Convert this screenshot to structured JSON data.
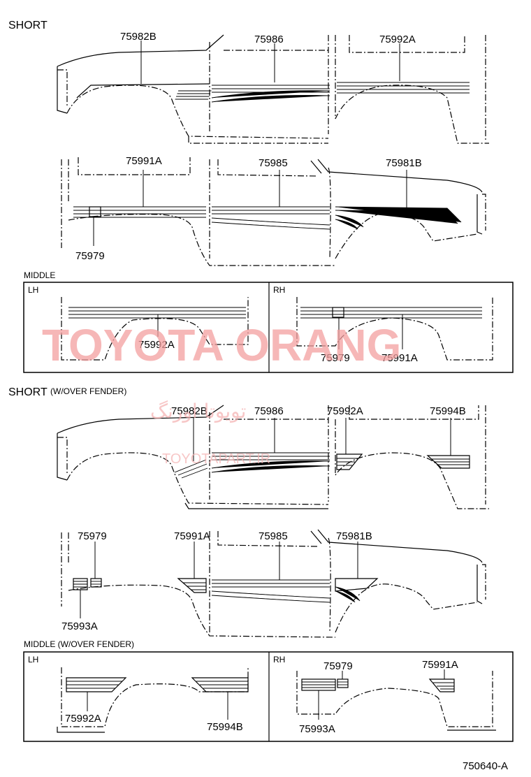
{
  "sections": {
    "short": "SHORT",
    "middle": "MIDDLE",
    "short_over_fender": "SHORT",
    "short_over_fender_note": "(W/OVER FENDER)",
    "middle_over_fender": "MIDDLE (W/OVER FENDER)",
    "lh": "LH",
    "rh": "RH"
  },
  "parts": {
    "s1_top": [
      "75982B",
      "75986",
      "75992A"
    ],
    "s1_bottom": [
      "75991A",
      "75985",
      "75981B",
      "75979"
    ],
    "m1_lh": [
      "75992A"
    ],
    "m1_rh": [
      "75979",
      "75991A"
    ],
    "s2_top": [
      "75982B",
      "75986",
      "75992A",
      "75994B"
    ],
    "s2_bottom": [
      "75979",
      "75991A",
      "75985",
      "75981B",
      "75993A"
    ],
    "m2_lh": [
      "75992A",
      "75994B"
    ],
    "m2_rh": [
      "75979",
      "75991A",
      "75993A"
    ]
  },
  "watermark": {
    "main": "TOYOTA ORANG",
    "persian": "تویوتا اورنگ",
    "site": "TOYOTAPART.IR"
  },
  "figure_code": "750640-A"
}
